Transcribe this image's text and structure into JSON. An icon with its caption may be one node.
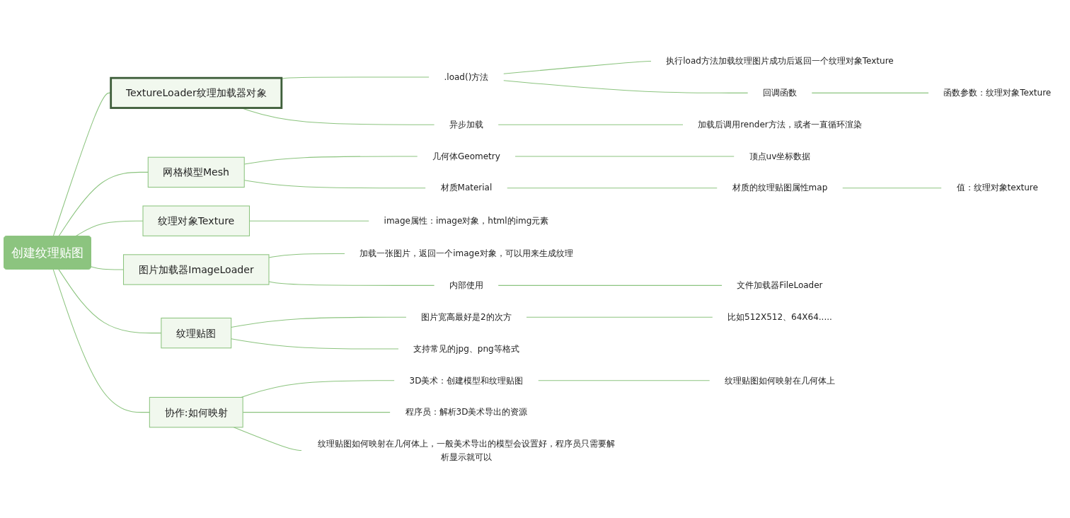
{
  "diagram": {
    "nodes": [
      {
        "text": [
          "创建纹理贴图"
        ]
      },
      {
        "text": [
          "TextureLoader纹理加载器对象"
        ]
      },
      {
        "text": [
          ".load()方法"
        ]
      },
      {
        "text": [
          "执行load方法加载纹理图片成功后返回一个纹理对象Texture"
        ]
      },
      {
        "text": [
          "回调函数"
        ]
      },
      {
        "text": [
          "函数参数：纹理对象Texture"
        ]
      },
      {
        "text": [
          "异步加载"
        ]
      },
      {
        "text": [
          "加载后调用render方法，或者一直循环渲染"
        ]
      },
      {
        "text": [
          "网格模型Mesh"
        ]
      },
      {
        "text": [
          "几何体Geometry"
        ]
      },
      {
        "text": [
          "顶点uv坐标数据"
        ]
      },
      {
        "text": [
          "材质Material"
        ]
      },
      {
        "text": [
          "材质的纹理贴图属性map"
        ]
      },
      {
        "text": [
          "值：纹理对象texture"
        ]
      },
      {
        "text": [
          "纹理对象Texture"
        ]
      },
      {
        "text": [
          "image属性：image对象，html的img元素"
        ]
      },
      {
        "text": [
          "图片加载器ImageLoader"
        ]
      },
      {
        "text": [
          "加载一张图片，返回一个image对象，可以用来生成纹理"
        ]
      },
      {
        "text": [
          "内部使用"
        ]
      },
      {
        "text": [
          "文件加载器FileLoader"
        ]
      },
      {
        "text": [
          "纹理贴图"
        ]
      },
      {
        "text": [
          "图片宽高最好是2的次方"
        ]
      },
      {
        "text": [
          "比如512X512、64X64....."
        ]
      },
      {
        "text": [
          "支持常见的jpg、png等格式"
        ]
      },
      {
        "text": [
          "协作:如何映射"
        ]
      },
      {
        "text": [
          "3D美术：创建模型和纹理贴图"
        ]
      },
      {
        "text": [
          "纹理贴图如何映射在几何体上"
        ]
      },
      {
        "text": [
          "程序员：解析3D美术导出的资源"
        ]
      },
      {
        "text": [
          "纹理贴图如何映射在几何体上，一般美术导出的模型会设置好，程序员只需要解析显示就可以"
        ]
      }
    ],
    "edges": [
      {
        "from": 0,
        "to": 1,
        "arrow": "none"
      },
      {
        "from": 1,
        "to": 2,
        "arrow": "none"
      },
      {
        "from": 2,
        "to": 3,
        "arrow": "none"
      },
      {
        "from": 2,
        "to": 4,
        "arrow": "none"
      },
      {
        "from": 4,
        "to": 5,
        "arrow": "none"
      },
      {
        "from": 1,
        "to": 6,
        "arrow": "none"
      },
      {
        "from": 6,
        "to": 7,
        "arrow": "none"
      },
      {
        "from": 0,
        "to": 8,
        "arrow": "none"
      },
      {
        "from": 8,
        "to": 9,
        "arrow": "none"
      },
      {
        "from": 9,
        "to": 10,
        "arrow": "none"
      },
      {
        "from": 8,
        "to": 11,
        "arrow": "none"
      },
      {
        "from": 11,
        "to": 12,
        "arrow": "none"
      },
      {
        "from": 12,
        "to": 13,
        "arrow": "none"
      },
      {
        "from": 0,
        "to": 14,
        "arrow": "none"
      },
      {
        "from": 14,
        "to": 15,
        "arrow": "none"
      },
      {
        "from": 0,
        "to": 16,
        "arrow": "none"
      },
      {
        "from": 16,
        "to": 17,
        "arrow": "none"
      },
      {
        "from": 16,
        "to": 18,
        "arrow": "none"
      },
      {
        "from": 18,
        "to": 19,
        "arrow": "none"
      },
      {
        "from": 0,
        "to": 20,
        "arrow": "none"
      },
      {
        "from": 20,
        "to": 21,
        "arrow": "none"
      },
      {
        "from": 21,
        "to": 22,
        "arrow": "none"
      },
      {
        "from": 20,
        "to": 23,
        "arrow": "none"
      },
      {
        "from": 0,
        "to": 24,
        "arrow": "none"
      },
      {
        "from": 24,
        "to": 25,
        "arrow": "none"
      },
      {
        "from": 25,
        "to": 26,
        "arrow": "none"
      },
      {
        "from": 24,
        "to": 27,
        "arrow": "none"
      },
      {
        "from": 24,
        "to": 28,
        "arrow": "none"
      }
    ]
  }
}
